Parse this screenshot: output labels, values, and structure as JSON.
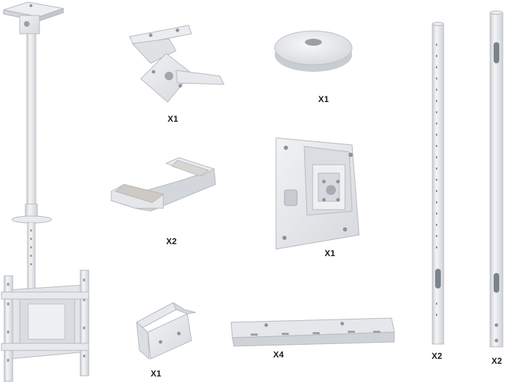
{
  "parts": [
    {
      "name": "ceiling-mount-assembly",
      "qty": ""
    },
    {
      "name": "tilt-bracket",
      "qty": "X1"
    },
    {
      "name": "ceiling-cover-plate",
      "qty": "X1"
    },
    {
      "name": "mounting-foot",
      "qty": "X2"
    },
    {
      "name": "swivel-tilt-plate",
      "qty": "X1"
    },
    {
      "name": "u-clamp",
      "qty": "X1"
    },
    {
      "name": "tv-rail",
      "qty": "X4"
    },
    {
      "name": "extension-pole-1",
      "qty": "X2"
    },
    {
      "name": "extension-pole-2",
      "qty": "X2"
    }
  ],
  "colors": {
    "metal": "#e4e6e9",
    "edge": "#b9bdc2",
    "shadow": "#c7cbd0",
    "hole": "#8d9298",
    "label": "#1a1a1a"
  }
}
